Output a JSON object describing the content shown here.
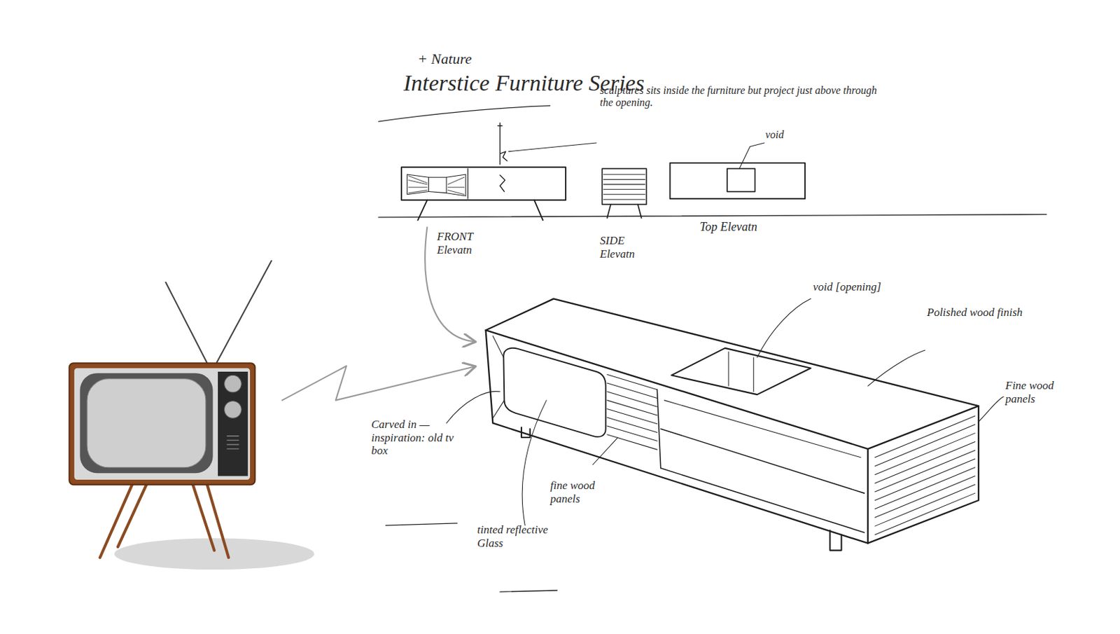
{
  "diagram": {
    "title": "Interstice Furniture Series",
    "labels": [
      "+ Nature",
      "sculptures sits inside the furniture but project just above through the opening.",
      "void",
      "FRONT Elevatn",
      "SIDE Elevatn",
      "Top Elevatn",
      "void [opening]",
      "Polished wood finish",
      "Fine wood panels",
      "Carved in — inspiration: old tv box",
      "fine wood panels",
      "tinted reflective Glass"
    ]
  }
}
